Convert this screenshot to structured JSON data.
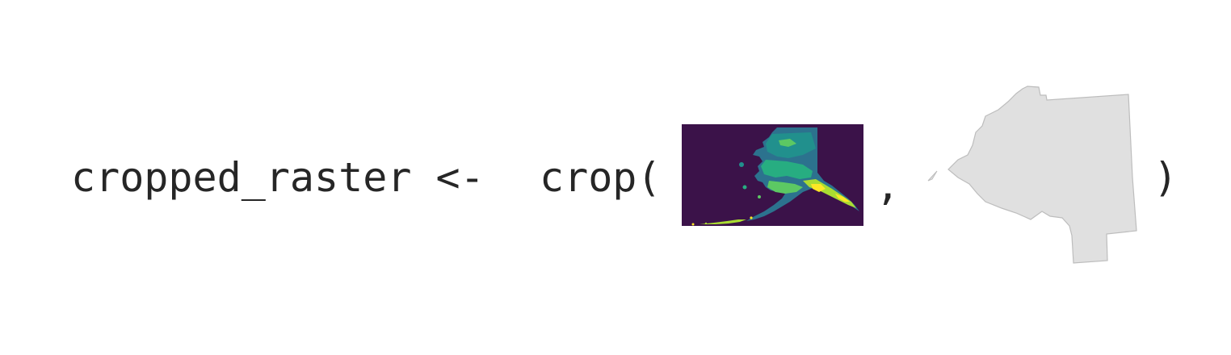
{
  "expression": {
    "assign_target": "cropped_raster <-",
    "func_call": "crop(",
    "separator": ",",
    "close_paren": ")"
  },
  "raster_image": {
    "icon": "alaska-raster-viridis",
    "background_color": "#3b1249",
    "palette": [
      "#3b1249",
      "#2c728e",
      "#21908d",
      "#27ad81",
      "#5cc863",
      "#aadc32",
      "#fde725"
    ]
  },
  "vector_shape": {
    "icon": "polygon-boundary-shape",
    "fill_color": "#e0e0e0",
    "stroke_color": "#bdbdbd"
  }
}
